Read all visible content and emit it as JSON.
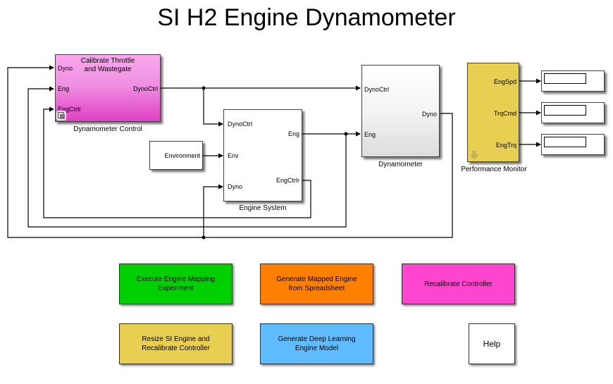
{
  "title": "SI H2 Engine Dynamometer",
  "colors": {
    "dyno_control": "#f080e0",
    "performance_monitor": "#e8cf52",
    "execute_button": "#00d000",
    "generate_mapped_button": "#ff8000",
    "recalibrate_button": "#ff44d0",
    "resize_button": "#e8cf52",
    "deep_learning_button": "#60bbff",
    "help_button": "#ffffff"
  },
  "blocks": {
    "dyno_control": {
      "title": "Calibrate Throttle and Wastegate",
      "label": "Dynamometer Control",
      "inputs": [
        "Dyno",
        "Eng",
        "EngCtrlr"
      ],
      "outputs": [
        "DynoCtrl"
      ]
    },
    "environment": {
      "label": "Environment"
    },
    "engine_system": {
      "label": "Engine System",
      "inputs": [
        "DynoCtrl",
        "Env",
        "Dyno"
      ],
      "outputs": [
        "Eng",
        "EngCtrlr"
      ]
    },
    "dynamometer": {
      "label": "Dynamometer",
      "inputs": [
        "DynoCtrl",
        "Eng"
      ],
      "outputs": [
        "Dyno"
      ]
    },
    "performance_monitor": {
      "label": "Performance Monitor",
      "outputs": [
        "EngSpd",
        "TrqCmd",
        "EngTrq"
      ]
    },
    "displays": [
      {
        "signal": "EngSpd",
        "value": ""
      },
      {
        "signal": "TrqCmd",
        "value": ""
      },
      {
        "signal": "EngTrq",
        "value": ""
      }
    ]
  },
  "buttons": {
    "execute": "Execute Engine Mapping Experiment",
    "generate_mapped": "Generate Mapped Engine from Spreadsheet",
    "recalibrate": "Recalibrate Controller",
    "resize": "Resize SI Engine and Recalibrate Controller",
    "deep_learning": "Generate Deep Learning Engine Model",
    "help": "Help"
  }
}
